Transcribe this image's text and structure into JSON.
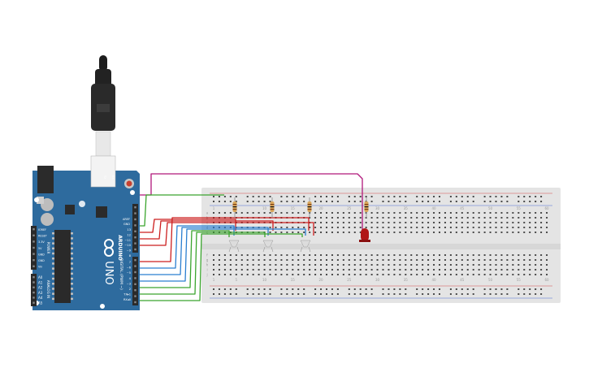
{
  "board": {
    "brand": "ARDUINO",
    "model": "UNO",
    "tx_label": "TX",
    "rx_label": "RX",
    "aref_label": "AREF",
    "gnd_label": "GND",
    "digital_label": "DIGITAL (PWM ~)",
    "power_label": "POWER",
    "analog_label": "ANALOG IN",
    "power_pins": [
      "IOREF",
      "RESET",
      "3.3V",
      "5V",
      "GND",
      "GND",
      "Vin"
    ],
    "analog_pins": [
      "A0",
      "A1",
      "A2",
      "A3",
      "A4",
      "A5"
    ],
    "digital_pins": [
      "13",
      "12",
      "~11",
      "~10",
      "~9",
      "8",
      "7",
      "~6",
      "~5",
      "4",
      "~3",
      "2",
      "TX▸1",
      "RX◂0"
    ]
  },
  "breadboard": {
    "column_numbers": [
      "1",
      "5",
      "10",
      "15",
      "20",
      "25",
      "30",
      "35",
      "40",
      "45",
      "50",
      "55",
      "60"
    ],
    "row_letters_top": [
      "a",
      "b",
      "c",
      "d",
      "e"
    ],
    "row_letters_bottom": [
      "f",
      "g",
      "h",
      "i",
      "j"
    ]
  },
  "colors": {
    "board": "#2e6b9e",
    "breadboard": "#e4e4e4",
    "wire_green": "#3aa52d",
    "wire_red": "#cc1e1e",
    "wire_blue": "#2b7fd0",
    "wire_magenta": "#b0177b",
    "led": "#b01515",
    "resistor": "#d9a65a"
  }
}
